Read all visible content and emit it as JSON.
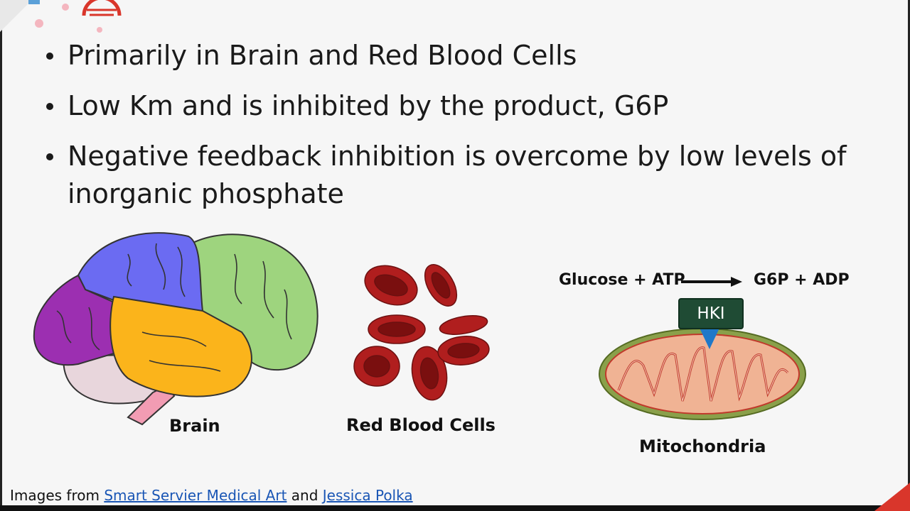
{
  "bullets": [
    "Primarily in Brain and Red Blood Cells",
    "Low Km and is inhibited by the product, G6P",
    "Negative feedback inhibition is overcome by low levels of inorganic phosphate"
  ],
  "figures": {
    "brain_caption": "Brain",
    "rbc_caption": "Red Blood Cells",
    "mito_caption": "Mitochondria"
  },
  "reaction": {
    "left": "Glucose + ATP",
    "right": "G6P + ADP",
    "enzyme": "HKI"
  },
  "credit": {
    "prefix": "Images from ",
    "link1": "Smart Servier Medical Art",
    "middle": " and ",
    "link2": "Jessica Polka"
  },
  "colors": {
    "accent_red": "#d9362b",
    "hki_green": "#1f4b34",
    "link_blue": "#1a56b5"
  }
}
